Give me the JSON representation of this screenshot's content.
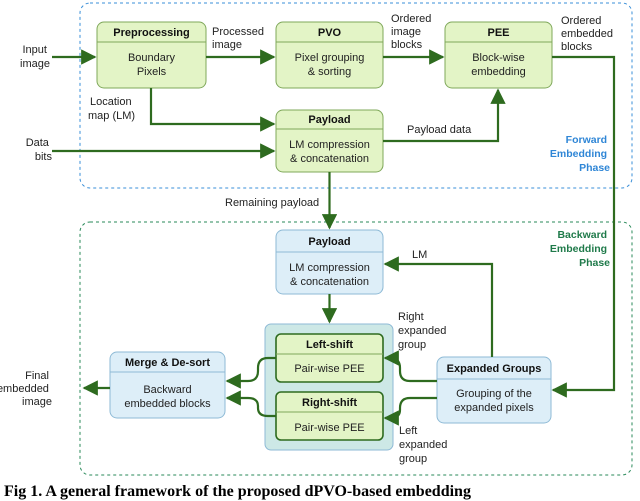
{
  "colors": {
    "green_fill": "#e3f4c6",
    "green_stroke": "#7fa85a",
    "green_arrow": "#2e6b1f",
    "blue_fill": "#ddeef8",
    "blue_stroke": "#8ebad6",
    "inner_fill": "#cde8e6",
    "forward_text": "#2f86d6",
    "backward_text": "#1f7a4a"
  },
  "forward": {
    "phase": [
      "Forward",
      "Embedding",
      "Phase"
    ],
    "preprocessing": {
      "title": "Preprocessing",
      "body": [
        "Boundary",
        "Pixels"
      ]
    },
    "pvo": {
      "title": "PVO",
      "body": [
        "Pixel grouping",
        "& sorting"
      ]
    },
    "pee": {
      "title": "PEE",
      "body": [
        "Block-wise",
        "embedding"
      ]
    },
    "payload": {
      "title": "Payload",
      "body": [
        "LM compression",
        "& concatenation"
      ]
    }
  },
  "backward": {
    "phase": [
      "Backward",
      "Embedding",
      "Phase"
    ],
    "payload": {
      "title": "Payload",
      "body": [
        "LM compression",
        "& concatenation"
      ]
    },
    "left_shift": {
      "title": "Left-shift",
      "body": [
        "Pair-wise PEE"
      ]
    },
    "right_shift": {
      "title": "Right-shift",
      "body": [
        "Pair-wise PEE"
      ]
    },
    "merge": {
      "title": "Merge & De-sort",
      "body": [
        "Backward",
        "embedded blocks"
      ]
    },
    "expanded": {
      "title": "Expanded Groups",
      "body": [
        "Grouping of the",
        "expanded pixels"
      ]
    }
  },
  "labels": {
    "input_image": [
      "Input",
      "image"
    ],
    "processed_image": [
      "Processed",
      "image"
    ],
    "ordered_image_blocks": [
      "Ordered",
      "image",
      "blocks"
    ],
    "ordered_embedded_blocks": [
      "Ordered",
      "embedded",
      "blocks"
    ],
    "location_map": [
      "Location",
      "map (LM)"
    ],
    "payload_data": [
      "Payload data"
    ],
    "data_bits": [
      "Data",
      "bits"
    ],
    "remaining_payload": [
      "Remaining payload"
    ],
    "lm": [
      "LM"
    ],
    "right_expanded_group": [
      "Right",
      "expanded",
      "group"
    ],
    "left_expanded_group": [
      "Left",
      "expanded",
      "group"
    ],
    "final_embedded_image": [
      "Final",
      "embedded",
      "image"
    ]
  },
  "caption": "Fig 1. A general framework of the proposed dPVO-based embedding"
}
